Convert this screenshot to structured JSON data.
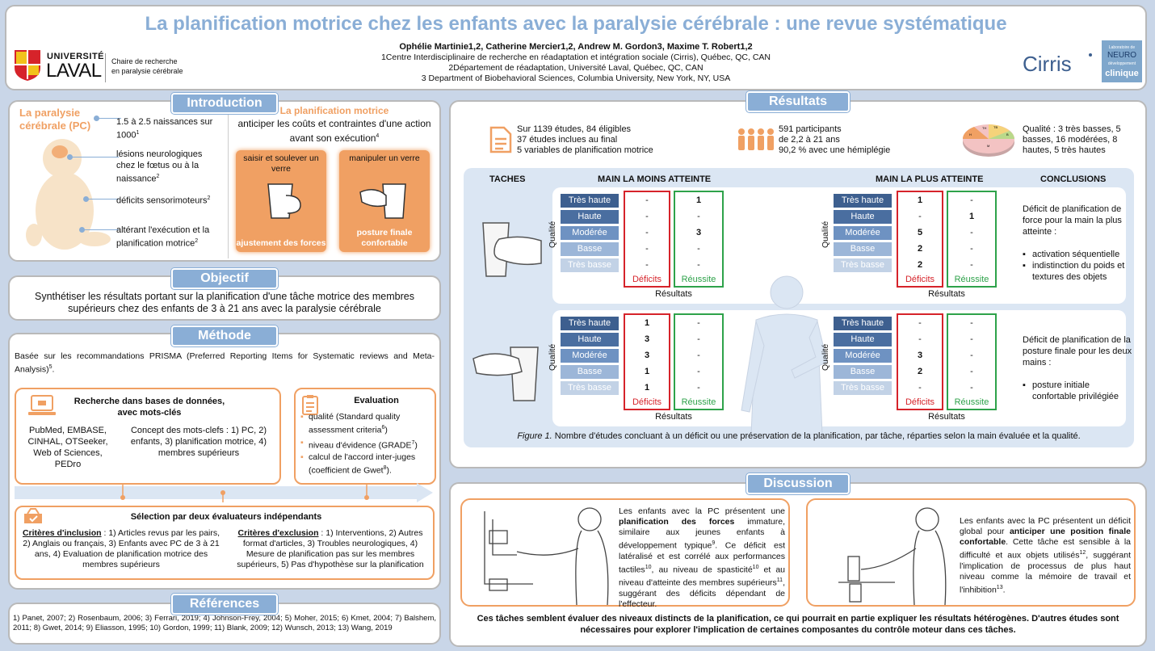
{
  "header": {
    "title": "La planification motrice chez les enfants avec la paralysie cérébrale : une revue systématique",
    "authors": "Ophélie Martinie1,2, Catherine Mercier1,2, Andrew M. Gordon3, Maxime T. Robert1,2",
    "affil1": "1Centre Interdisciplinaire de recherche en réadaptation et intégration sociale (Cirris), Québec, QC, CAN",
    "affil2": "2Département de réadaptation, Université Laval, Québec, QC, CAN",
    "affil3": "3 Department of Biobehavioral Sciences, Columbia University, New York, NY, USA",
    "ul_name_1": "UNIVERSITÉ",
    "ul_name_2": "LAVAL",
    "chaire_1": "Chaire de recherche",
    "chaire_2": "en paralysie cérébrale",
    "cirris": "Cirris",
    "lab_1": "Laboratoire de",
    "lab_2": "NEURO",
    "lab_3": "développement",
    "lab_4": "clinique"
  },
  "intro": {
    "tab": "Introduction",
    "pc_title": "La paralysie cérébrale (PC)",
    "b1": "1.5 à 2.5 naissances sur 1000",
    "b1_ref": "1",
    "b2": "lésions neurologiques chez le fœtus ou à la naissance",
    "b2_ref": "2",
    "b3": "déficits sensorimoteurs",
    "b3_ref": "2",
    "b4": "altérant l'exécution et la planification motrice",
    "b4_ref": "2",
    "pm_title": "La planification motrice",
    "pm_text": "anticiper les coûts et contraintes d'une action avant son exécution",
    "pm_ref": "4",
    "card1_top": "saisir et soulever un verre",
    "card1_bottom": "ajustement des forces",
    "card2_top": "manipuler un verre",
    "card2_bottom": "posture finale confortable"
  },
  "objectif": {
    "tab": "Objectif",
    "text": "Synthétiser les résultats portant sur la planification d'une tâche motrice des membres supérieurs chez des enfants de 3 à 21 ans avec la paralysie cérébrale"
  },
  "methode": {
    "tab": "Méthode",
    "intro": "Basée sur les recommandations PRISMA (Preferred Reporting Items for Systematic reviews and Meta-Analysis)",
    "intro_ref": "5",
    "search_title": "Recherche dans bases de données, avec mots-clés",
    "dbs": "PubMed, EMBASE, CINHAL, OTSeeker, Web of Sciences, PEDro",
    "concept": "Concept des mots-clefs : 1) PC, 2) enfants, 3) planification motrice, 4) membres supérieurs",
    "eval_title": "Evaluation",
    "eval1": "qualité (Standard quality assessment criteria",
    "eval1_ref": "6",
    "eval2": "niveau d'évidence (GRADE",
    "eval2_ref": "7",
    "eval3": "calcul de l'accord inter-juges (coefficient de Gwet",
    "eval3_ref": "8",
    "sel_title": "Sélection par deux évaluateurs indépendants",
    "inc_label": "Critères d'inclusion",
    "inc_text": " : 1) Articles revus par les pairs, 2) Anglais ou français, 3) Enfants avec PC de 3 à 21 ans, 4) Evaluation de planification motrice des membres supérieurs",
    "exc_label": "Critères d'exclusion",
    "exc_text": " : 1) Interventions, 2) Autres format d'articles, 3) Troubles neurologiques, 4) Mesure de planification pas sur les membres supérieurs, 5) Pas d'hypothèse sur la planification"
  },
  "refs": {
    "tab": "Références",
    "text": "1) Panet, 2007; 2) Rosenbaum, 2006; 3) Ferrari, 2019; 4) Johnson-Frey, 2004; 5) Moher, 2015; 6) Kmet, 2004; 7) Balshem, 2011; 8) Gwet, 2014; 9) Eliasson, 1995; 10) Gordon, 1999; 11) Blank, 2009; 12) Wunsch, 2013; 13) Wang, 2019"
  },
  "results": {
    "tab": "Résultats",
    "stat1": [
      "Sur 1139 études, 84 éligibles",
      "37 études inclues au final",
      "5 variables de planification motrice"
    ],
    "stat2": [
      "591 participants",
      "de 2,2 à 21 ans",
      "90,2 % avec une hémiplégie"
    ],
    "stat3": "Qualité : 3 très basses, 5 basses, 16 modérées, 8 hautes, 5 très hautes",
    "pie_labels": [
      "TH",
      "TB",
      "B",
      "H",
      "M"
    ],
    "col_taches": "TACHES",
    "col_less": "MAIN LA MOINS ATTEINTE",
    "col_more": "MAIN LA PLUS ATTEINTE",
    "col_concl": "CONCLUSIONS",
    "quality_levels": [
      "Très haute",
      "Haute",
      "Modérée",
      "Basse",
      "Très basse"
    ],
    "qualite_label": "Qualité",
    "deficits_label": "Déficits",
    "reussite_label": "Réussite",
    "resultats_label": "Résultats",
    "t1_less_def": [
      "-",
      "-",
      "-",
      "-",
      "-"
    ],
    "t1_less_suc": [
      "1",
      "-",
      "3",
      "-",
      "-"
    ],
    "t1_more_def": [
      "1",
      "-",
      "5",
      "2",
      "2"
    ],
    "t1_more_suc": [
      "-",
      "1",
      "-",
      "-",
      "-"
    ],
    "t2_less_def": [
      "1",
      "3",
      "3",
      "1",
      "1"
    ],
    "t2_less_suc": [
      "-",
      "-",
      "-",
      "-",
      "-"
    ],
    "t2_more_def": [
      "-",
      "-",
      "3",
      "2",
      "-"
    ],
    "t2_more_suc": [
      "-",
      "-",
      "-",
      "-",
      "-"
    ],
    "concl1_text": "Déficit de planification de force pour la main la plus atteinte :",
    "concl1_b1": "activation séquentielle",
    "concl1_b2": "indistinction du poids et textures des objets",
    "concl2_text": "Déficit de planification de la posture finale pour les deux mains :",
    "concl2_b1": "posture initiale confortable privilégiée",
    "fig_label": "Figure 1.",
    "fig_caption": " Nombre d'études concluant à un déficit ou une préservation de la planification, par tâche, réparties selon la main évaluée et la qualité."
  },
  "discussion": {
    "tab": "Discussion",
    "p1_a": "Les enfants avec la PC présentent une ",
    "p1_b": "planification des forces",
    "p1_c": " immature, similaire aux jeunes enfants à développement typique",
    "p1_r1": "9",
    "p1_d": ". Ce déficit est latéralisé et est corrélé aux performances tactiles",
    "p1_r2": "10",
    "p1_e": ", au niveau de spasticité",
    "p1_r3": "10",
    "p1_f": " et au niveau d'atteinte des membres supérieurs",
    "p1_r4": "11",
    "p1_g": ", suggérant des déficits dépendant de l'effecteur.",
    "p2_a": "Les enfants avec la PC présentent un déficit global pour ",
    "p2_b": "anticiper une position finale confortable",
    "p2_c": ". Cette tâche est sensible à la difficulté et aux objets utilisés",
    "p2_r1": "12",
    "p2_d": ", suggérant l'implication de processus de plus haut niveau comme la mémoire de travail et l'inhibition",
    "p2_r2": "13",
    "p2_e": ".",
    "conclusion": "Ces tâches semblent évaluer des niveaux distincts de la planification, ce qui pourrait en partie expliquer les résultats hétérogènes. D'autres études sont nécessaires pour explorer l'implication de certaines composantes du contrôle moteur dans ces tâches."
  },
  "colors": {
    "accent": "#8aaed6",
    "orange": "#f0a063",
    "dark_blue": "#3d5f8f",
    "red": "#d6232a",
    "green": "#2ea24a"
  }
}
